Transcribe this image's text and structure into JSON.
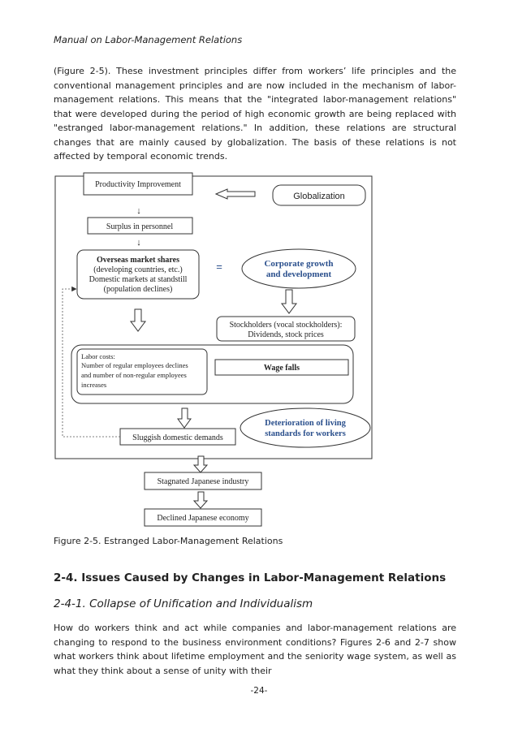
{
  "header": "Manual on Labor-Management Relations",
  "intro_paragraph": "(Figure 2-5). These investment principles differ from workers’ life principles and the conventional management principles and are now included in the mechanism of labor-management relations. This means that the \"integrated labor-management relations\" that were developed during the period of high economic growth are being replaced with \"estranged labor-management relations.\" In addition, these relations are structural changes that are mainly caused by globalization. The basis of these relations is not affected by temporal economic trends.",
  "diagram": {
    "productivity": "Productivity Improvement",
    "globalization": "Globalization",
    "arrow_down_1": "↓",
    "surplus": "Surplus in personnel",
    "arrow_down_2": "↓",
    "overseas_1": "Overseas market shares",
    "overseas_2": "(developing countries, etc.)",
    "overseas_3": "Domestic markets at standstill",
    "overseas_4": "(population declines)",
    "equals": "=",
    "corporate_1": "Corporate growth",
    "corporate_2": "and development",
    "stockholders_1": "Stockholders (vocal stockholders):",
    "stockholders_2": "Dividends, stock prices",
    "labor_1": "Labor costs:",
    "labor_2": "Number of regular employees declines",
    "labor_3": "and number of non-regular employees",
    "labor_4": "increases",
    "wage_falls": "Wage falls",
    "deterioration_1": "Deterioration of living",
    "deterioration_2": "standards for workers",
    "sluggish": "Sluggish domestic demands",
    "stagnated": "Stagnated Japanese industry",
    "declined": "Declined Japanese economy"
  },
  "caption": "Figure 2-5. Estranged Labor-Management Relations",
  "section_heading": "2-4. Issues Caused by Changes in Labor-Management Relations",
  "subsection_heading": "2-4-1. Collapse of Unification and Individualism",
  "body_paragraph": "How do workers think and act while companies and labor-management relations are changing to respond to the business environment conditions? Figures 2-6 and 2-7 show what workers think about lifetime employment and the seniority wage system, as well as what they think about a sense of unity with their",
  "page_number": "-24-",
  "colors": {
    "accent_blue": "#2a4f8c",
    "line": "#333333"
  }
}
